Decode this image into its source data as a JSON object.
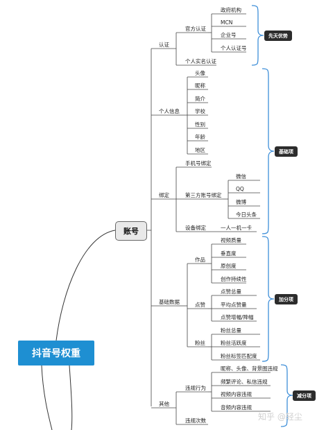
{
  "root": "抖音号权重",
  "hub": "账号",
  "sections": {
    "auth": {
      "label": "认证",
      "official": "官方认证",
      "official_items": [
        "政府机构",
        "MCN",
        "企业号",
        "个人认证号"
      ],
      "realname": "个人实名认证"
    },
    "profile": {
      "label": "个人信息",
      "items": [
        "头像",
        "昵称",
        "简介",
        "学校",
        "性别",
        "年龄",
        "地区"
      ]
    },
    "binding": {
      "label": "绑定",
      "phone": "手机号绑定",
      "third_party": "第三方账号绑定",
      "third_party_items": [
        "微信",
        "QQ",
        "微博",
        "今日头条"
      ],
      "device": "设备绑定",
      "device_item": "一人一机一卡"
    },
    "basic": {
      "label": "基础数据",
      "works": "作品",
      "works_items": [
        "视频质量",
        "垂直度",
        "原创度",
        "创作持续性"
      ],
      "likes": "点赞",
      "likes_items": [
        "点赞总量",
        "平均点赞量",
        "点赞增幅/降幅"
      ],
      "fans": "粉丝",
      "fans_items": [
        "粉丝总量",
        "粉丝活跃度",
        "粉丝标签匹配度"
      ]
    },
    "other": {
      "label": "其他",
      "violation": "违规行为",
      "violation_items": [
        "昵称、头像、背景图违规",
        "频繁评论、私信违规",
        "视频内容违规",
        "音频内容违规"
      ],
      "count": "违规次数"
    }
  },
  "tags": [
    "先天优势",
    "基础项",
    "加分项",
    "减分项"
  ],
  "watermark": "知乎 @轻尘"
}
